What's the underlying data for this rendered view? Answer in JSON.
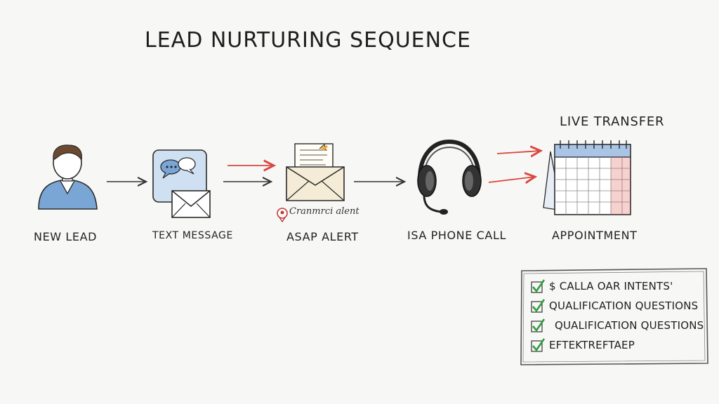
{
  "title": "LEAD NURTURING SEQUENCE",
  "steps": [
    {
      "label": "NEW LEAD",
      "icon": "person-icon"
    },
    {
      "label": "TEXT MESSAGE",
      "icon": "chat-envelope-icon"
    },
    {
      "label": "ASAP ALERT",
      "icon": "envelope-letter-icon"
    },
    {
      "label": "ISA PHONE CALL",
      "icon": "headset-icon"
    },
    {
      "label": "APPOINTMENT",
      "icon": "calendar-icon"
    }
  ],
  "live_transfer": "LIVE TRANSFER",
  "alert_caption": "Cranmrci alent",
  "checklist": [
    "$ CALLA OAR INTENTS'",
    "QUALIFICATION QUESTIONS",
    "QUALIFICATION QUESTIONS",
    "EFTEKTREFTAEP"
  ],
  "colors": {
    "ink": "#2a2a2a",
    "red_arrow": "#d9473f",
    "check_green": "#2e9e3f",
    "blue_fill": "#7aa6d6"
  }
}
